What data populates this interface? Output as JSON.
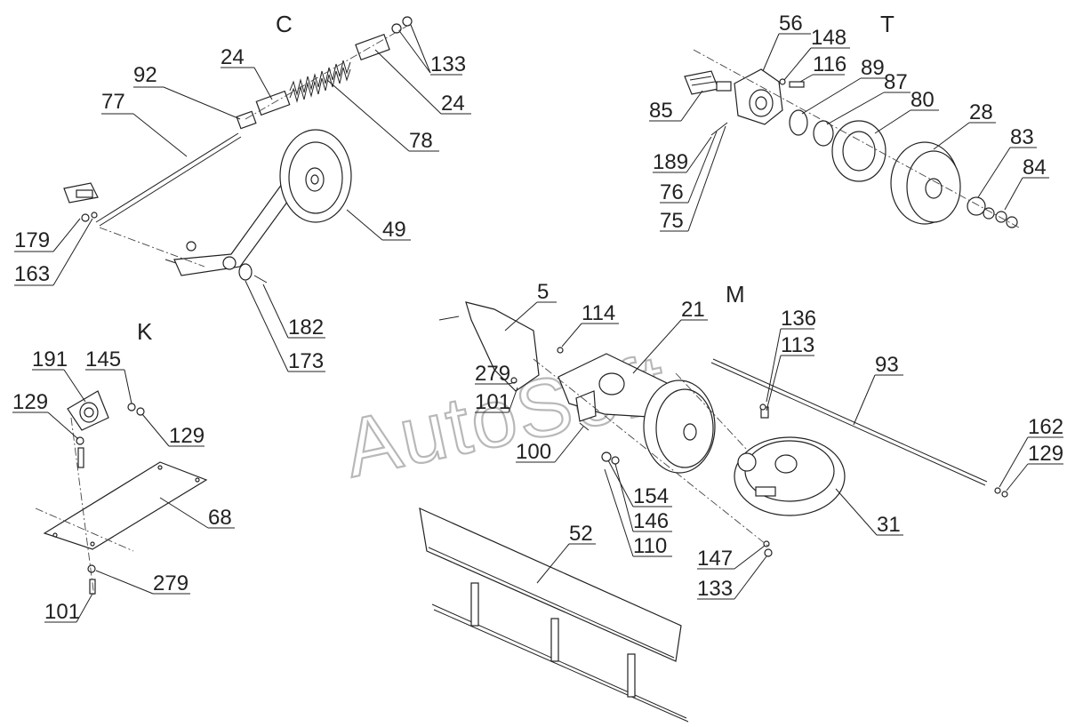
{
  "sections": {
    "c": "C",
    "t": "T",
    "k": "K",
    "m": "M"
  },
  "watermark": "AutoSoft",
  "labels": {
    "c_133": "133",
    "c_24a": "24",
    "c_24b": "24",
    "c_92": "92",
    "c_77": "77",
    "c_78": "78",
    "c_49": "49",
    "c_179": "179",
    "c_163": "163",
    "c_182": "182",
    "c_173": "173",
    "t_56": "56",
    "t_148": "148",
    "t_116": "116",
    "t_89": "89",
    "t_87": "87",
    "t_80": "80",
    "t_28": "28",
    "t_83": "83",
    "t_84": "84",
    "t_85": "85",
    "t_189": "189",
    "t_76": "76",
    "t_75": "75",
    "k_191": "191",
    "k_145": "145",
    "k_129a": "129",
    "k_129b": "129",
    "k_68": "68",
    "k_279": "279",
    "k_101": "101",
    "m_5": "5",
    "m_114": "114",
    "m_21": "21",
    "m_136": "136",
    "m_113": "113",
    "m_93": "93",
    "m_279": "279",
    "m_101": "101",
    "m_100": "100",
    "m_154": "154",
    "m_146": "146",
    "m_110": "110",
    "m_162": "162",
    "m_129": "129",
    "m_31": "31",
    "m_52": "52",
    "m_147": "147",
    "m_133": "133"
  }
}
